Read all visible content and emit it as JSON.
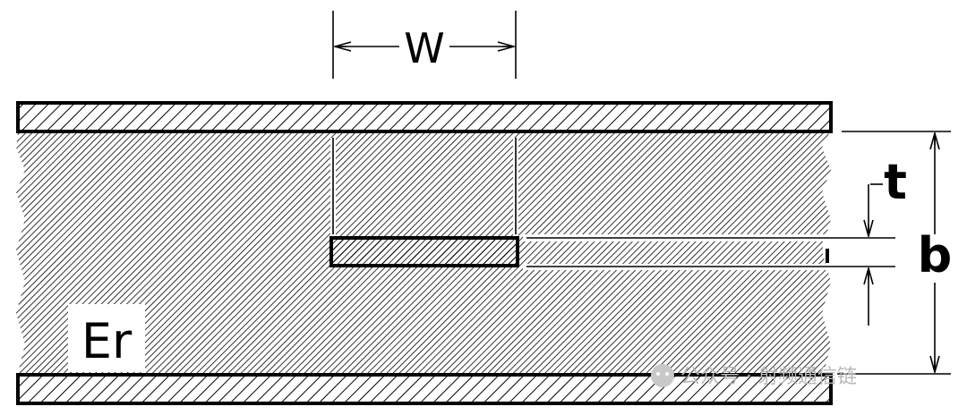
{
  "labels": {
    "width": "W",
    "thickness": "t",
    "spacing": "b",
    "permittivity": "Er"
  },
  "watermark": "公众号 · 射频通信链",
  "colors": {
    "ink": "#000000",
    "paper": "#ffffff",
    "watermark": "#b8b8b8"
  }
}
